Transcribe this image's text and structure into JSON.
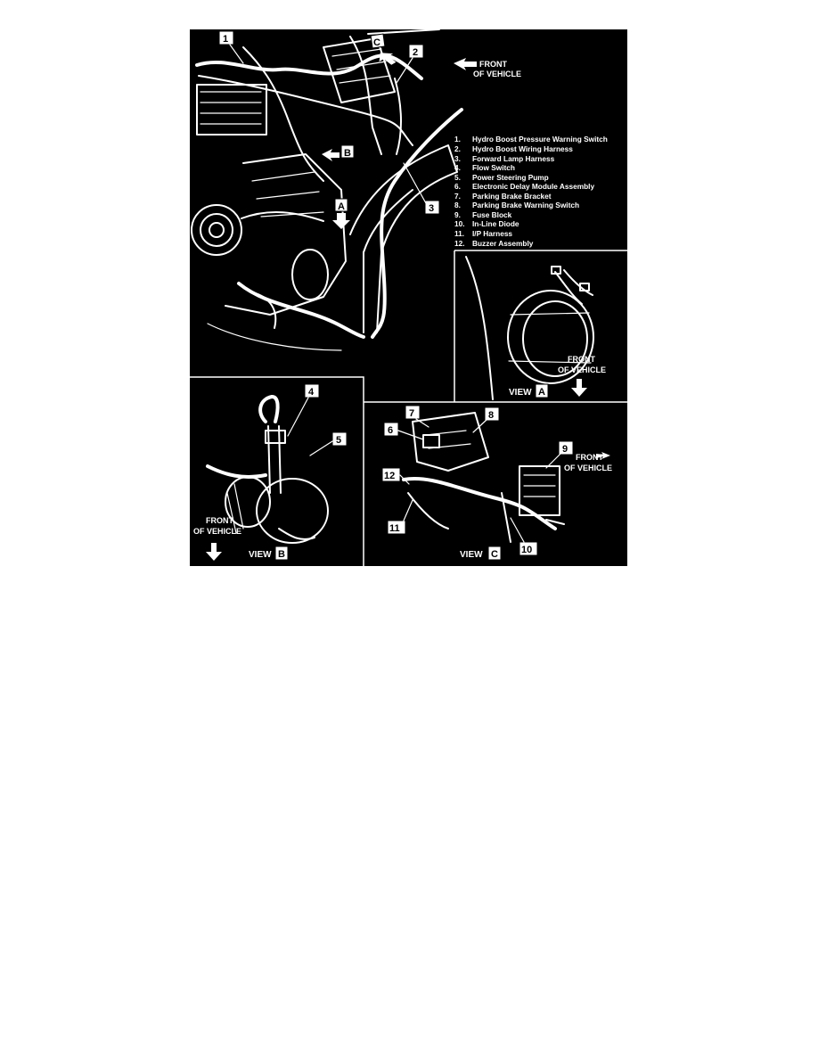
{
  "figure": {
    "colors": {
      "background": "#000000",
      "ink": "#ffffff",
      "page": "#ffffff"
    },
    "front_of_vehicle": {
      "line1": "FRONT",
      "line2": "OF VEHICLE"
    },
    "view_word": "VIEW",
    "view_letters": {
      "a": "A",
      "b": "B",
      "c": "C"
    },
    "callouts": {
      "n1": "1",
      "n2": "2",
      "n3": "3",
      "n4": "4",
      "n5": "5",
      "n6": "6",
      "n7": "7",
      "n8": "8",
      "n9": "9",
      "n10": "10",
      "n11": "11",
      "n12": "12"
    },
    "legend": [
      {
        "num": "1.",
        "text": "Hydro Boost Pressure Warning Switch"
      },
      {
        "num": "2.",
        "text": "Hydro Boost Wiring Harness"
      },
      {
        "num": "3.",
        "text": "Forward Lamp Harness"
      },
      {
        "num": "4.",
        "text": "Flow Switch"
      },
      {
        "num": "5.",
        "text": "Power Steering Pump"
      },
      {
        "num": "6.",
        "text": "Electronic Delay Module Assembly"
      },
      {
        "num": "7.",
        "text": "Parking Brake Bracket"
      },
      {
        "num": "8.",
        "text": "Parking Brake Warning Switch"
      },
      {
        "num": "9.",
        "text": "Fuse Block"
      },
      {
        "num": "10.",
        "text": "In-Line Diode"
      },
      {
        "num": "11.",
        "text": "I/P Harness"
      },
      {
        "num": "12.",
        "text": "Buzzer Assembly"
      }
    ]
  }
}
